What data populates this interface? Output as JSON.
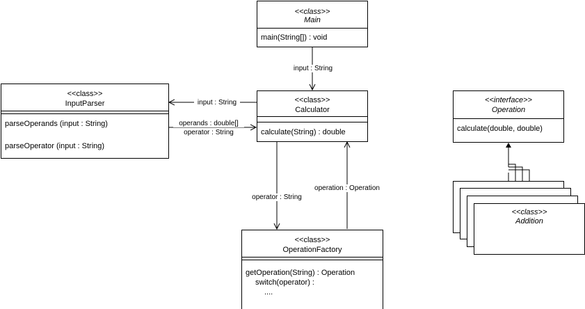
{
  "main_class": {
    "stereotype": "<<class>>",
    "name": "Main",
    "method": "main(String[]) : void"
  },
  "calculator_class": {
    "stereotype": "<<class>>",
    "name": "Calculator",
    "method": "calculate(String) : double"
  },
  "input_parser_class": {
    "stereotype": "<<class>>",
    "name": "InputParser",
    "methods": [
      "parseOperands (input : String)",
      "parseOperator (input : String)"
    ]
  },
  "operation_factory_class": {
    "stereotype": "<<class>>",
    "name": "OperationFactory",
    "methods": [
      "getOperation(String) : Operation",
      "switch(operator) :",
      "...."
    ]
  },
  "operation_interface": {
    "stereotype": "<<interface>>",
    "name": "Operation",
    "method": "calculate(double, double)"
  },
  "addition_class": {
    "stereotype": "<<class>>",
    "name": "Addition"
  },
  "edges": {
    "main_to_calculator": "input : String",
    "calculator_to_parser": "input : String",
    "parser_to_calculator_line1": "operands : double[]",
    "parser_to_calculator_line2": "operator : String",
    "calculator_to_factory": "operator : String",
    "factory_to_calculator": "operation : Operation"
  }
}
